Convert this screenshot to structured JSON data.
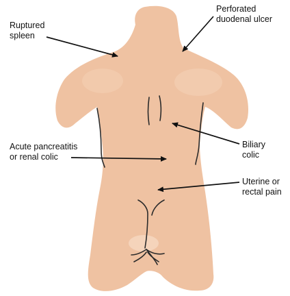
{
  "colors": {
    "skin": "#efc2a2",
    "outline": "#2b2b2b",
    "text": "#111111"
  },
  "labels": {
    "ruptured_spleen": [
      "Ruptured",
      "spleen"
    ],
    "perforated_ulcer": [
      "Perforated",
      "duodenal ulcer"
    ],
    "acute_pancreatitis": [
      "Acute pancreatitis",
      "or renal colic"
    ],
    "biliary_colic": [
      "Biliary",
      "colic"
    ],
    "uterine_rectal": [
      "Uterine or",
      "rectal pain"
    ]
  }
}
